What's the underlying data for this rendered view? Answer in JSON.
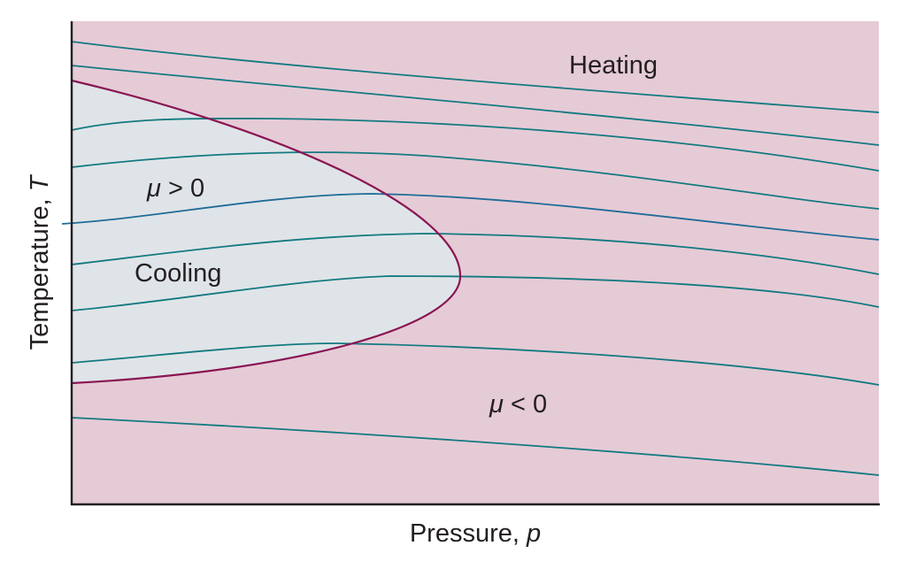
{
  "diagram": {
    "x_axis": {
      "label": "Pressure, ",
      "symbol": "p"
    },
    "y_axis": {
      "label": "Temperature, ",
      "symbol": "T"
    },
    "regions": {
      "heating": "Heating",
      "cooling": "Cooling",
      "mu_positive": {
        "symbol": "μ",
        "relation": " > 0"
      },
      "mu_negative": {
        "symbol": "μ",
        "relation": " < 0"
      }
    },
    "colors": {
      "heating_fill": "#e5cbd6",
      "cooling_fill": "#dfe4e8",
      "inversion_curve": "#8a1553",
      "isenthalps": "#127a80",
      "highlighted_isenthalp": "#1f6c98",
      "axes": "#231f20"
    }
  }
}
